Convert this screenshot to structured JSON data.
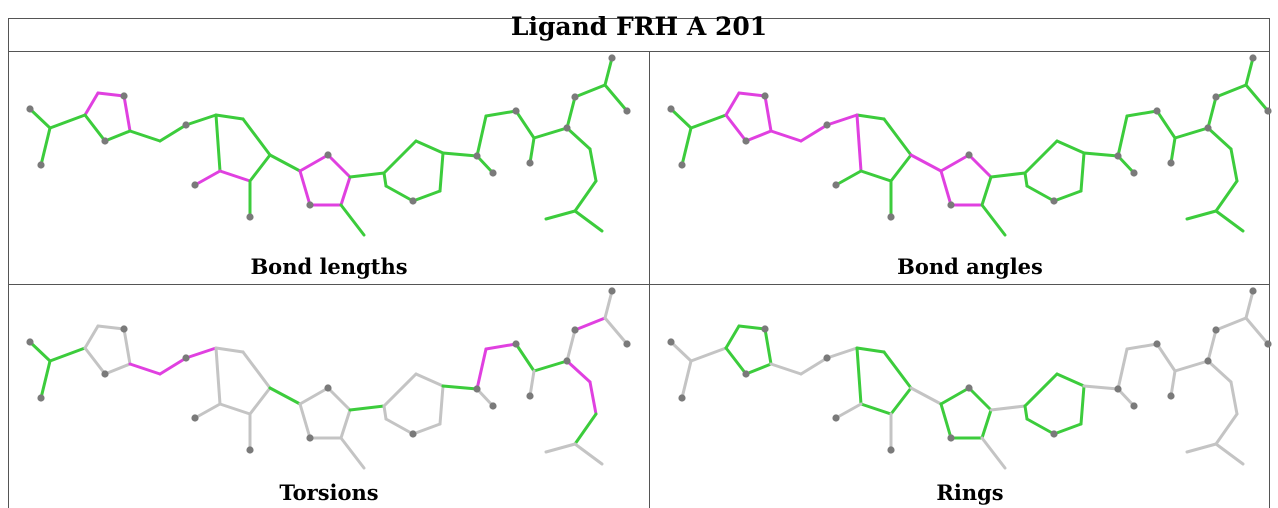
{
  "title": "Ligand FRH A 201",
  "panels": [
    {
      "caption": "Bond lengths"
    },
    {
      "caption": "Bond angles"
    },
    {
      "caption": "Torsions"
    },
    {
      "caption": "Rings"
    }
  ],
  "colors": {
    "ok": "#3ccc3c",
    "outlier": "#e040e0",
    "neutral": "#c4c4c4",
    "atom": "#7a7a7a"
  }
}
